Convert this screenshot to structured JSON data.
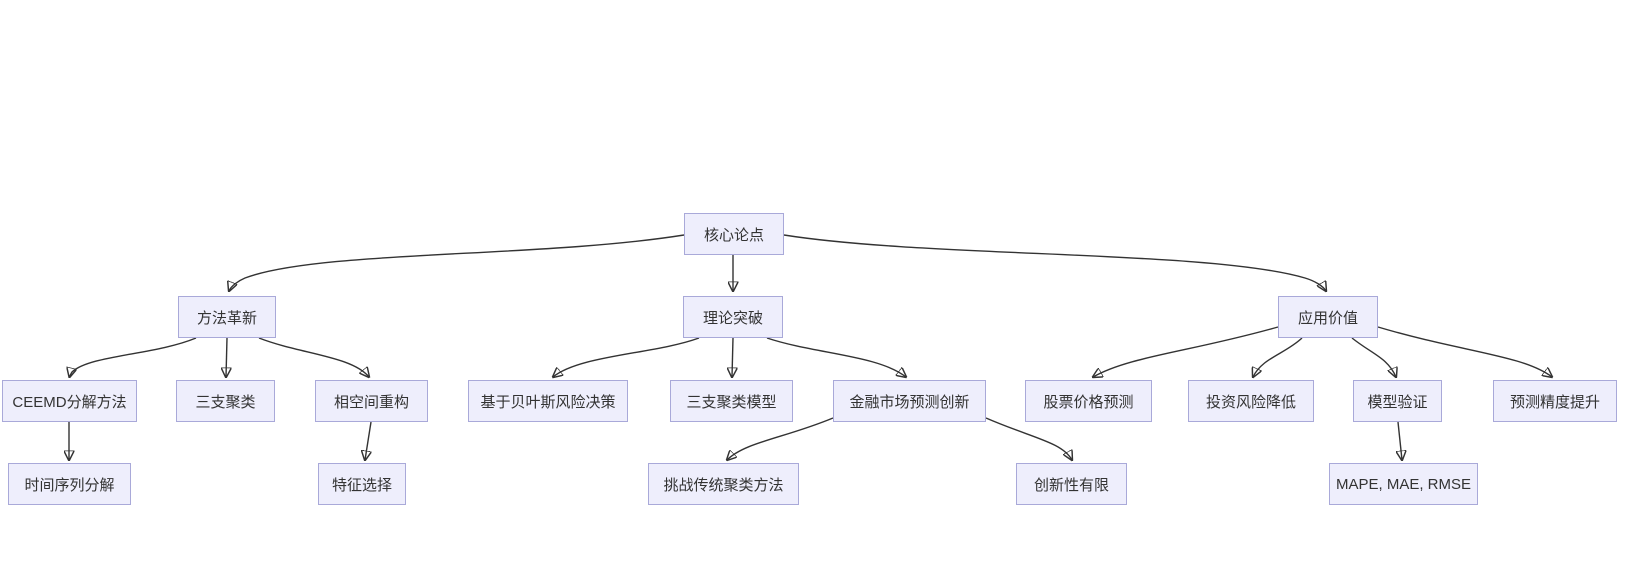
{
  "diagram": {
    "type": "flowchart-tree",
    "background_color": "#ffffff",
    "node_fill_color": "#eeeefc",
    "node_border_color": "#a9a9d9",
    "node_text_color": "#333333",
    "edge_color": "#333333",
    "nodes": [
      {
        "id": "core-thesis",
        "level": 1,
        "label": "核心论点"
      },
      {
        "id": "method-innovation",
        "level": 2,
        "label": "方法革新"
      },
      {
        "id": "theory-breakthrough",
        "level": 2,
        "label": "理论突破"
      },
      {
        "id": "application-value",
        "level": 2,
        "label": "应用价值"
      },
      {
        "id": "ceemd-method",
        "level": 3,
        "label": "CEEMD分解方法"
      },
      {
        "id": "three-way-clustering",
        "level": 3,
        "label": "三支聚类"
      },
      {
        "id": "phase-space-reconstruction",
        "level": 3,
        "label": "相空间重构"
      },
      {
        "id": "bayesian-risk-decision",
        "level": 3,
        "label": "基于贝叶斯风险决策"
      },
      {
        "id": "three-way-clustering-model",
        "level": 3,
        "label": "三支聚类模型"
      },
      {
        "id": "financial-market-forecast-innovation",
        "level": 3,
        "label": "金融市场预测创新"
      },
      {
        "id": "stock-price-prediction",
        "level": 3,
        "label": "股票价格预测"
      },
      {
        "id": "investment-risk-reduction",
        "level": 3,
        "label": "投资风险降低"
      },
      {
        "id": "model-validation",
        "level": 3,
        "label": "模型验证"
      },
      {
        "id": "prediction-accuracy-improvement",
        "level": 3,
        "label": "预测精度提升"
      },
      {
        "id": "time-series-decomposition",
        "level": 4,
        "label": "时间序列分解"
      },
      {
        "id": "feature-selection",
        "level": 4,
        "label": "特征选择"
      },
      {
        "id": "challenge-traditional-clustering",
        "level": 4,
        "label": "挑战传统聚类方法"
      },
      {
        "id": "limited-innovation",
        "level": 4,
        "label": "创新性有限"
      },
      {
        "id": "error-metrics",
        "level": 4,
        "label": "MAPE, MAE, RMSE"
      }
    ],
    "edges": [
      {
        "from": "核心论点",
        "to": "方法革新"
      },
      {
        "from": "核心论点",
        "to": "理论突破"
      },
      {
        "from": "核心论点",
        "to": "应用价值"
      },
      {
        "from": "方法革新",
        "to": "CEEMD分解方法"
      },
      {
        "from": "方法革新",
        "to": "三支聚类"
      },
      {
        "from": "方法革新",
        "to": "相空间重构"
      },
      {
        "from": "理论突破",
        "to": "基于贝叶斯风险决策"
      },
      {
        "from": "理论突破",
        "to": "三支聚类模型"
      },
      {
        "from": "理论突破",
        "to": "金融市场预测创新"
      },
      {
        "from": "应用价值",
        "to": "股票价格预测"
      },
      {
        "from": "应用价值",
        "to": "投资风险降低"
      },
      {
        "from": "应用价值",
        "to": "模型验证"
      },
      {
        "from": "应用价值",
        "to": "预测精度提升"
      },
      {
        "from": "CEEMD分解方法",
        "to": "时间序列分解"
      },
      {
        "from": "相空间重构",
        "to": "特征选择"
      },
      {
        "from": "金融市场预测创新",
        "to": "挑战传统聚类方法"
      },
      {
        "from": "金融市场预测创新",
        "to": "创新性有限"
      },
      {
        "from": "模型验证",
        "to": "MAPE, MAE, RMSE"
      }
    ]
  }
}
